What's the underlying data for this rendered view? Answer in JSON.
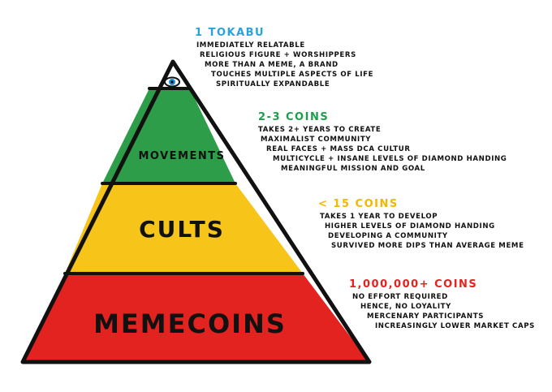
{
  "colors": {
    "outline": "#111111",
    "tokabu_tier": "#ffffff",
    "movements_tier": "#2e9d4a",
    "cults_tier": "#f7c41a",
    "memecoins_tier": "#e2231f",
    "eye_blue": "#1e90d6",
    "heading_tokabu": "#29a3dc",
    "heading_movements": "#1e9e4a",
    "heading_cults": "#f2b705",
    "heading_memecoins": "#e2231f"
  },
  "pyramid": {
    "top_icon": "eye-icon",
    "tiers": [
      {
        "label": "MOVEMENTS"
      },
      {
        "label": "CULTS"
      },
      {
        "label": "MEMECOINS"
      }
    ]
  },
  "annotations": {
    "tokabu": {
      "heading": "1 TOKABU",
      "lines": [
        "IMMEDIATELY RELATABLE",
        "RELIGIOUS FIGURE + WORSHIPPERS",
        "MORE THAN A MEME, A BRAND",
        "TOUCHES MULTIPLE ASPECTS OF LIFE",
        "SPIRITUALLY EXPANDABLE"
      ]
    },
    "movements": {
      "heading": "2-3 COINS",
      "lines": [
        "TAKES 2+ YEARS TO CREATE",
        "MAXIMALIST COMMUNITY",
        "REAL FACES + MASS DCA CULTUR",
        "MULTICYCLE + INSANE LEVELS OF DIAMOND HANDING",
        "MEANINGFUL MISSION AND GOAL"
      ]
    },
    "cults": {
      "heading": "< 15 COINS",
      "lines": [
        "TAKES 1 YEAR TO DEVELOP",
        "HIGHER LEVELS OF DIAMOND HANDING",
        "DEVELOPING A COMMUNITY",
        "SURVIVED MORE DIPS THAN AVERAGE MEME"
      ]
    },
    "memecoins": {
      "heading": "1,000,000+ COINS",
      "lines": [
        "NO EFFORT REQUIRED",
        "HENCE, NO LOYALITY",
        "MERCENARY PARTICIPANTS",
        "INCREASINGLY LOWER MARKET CAPS"
      ]
    }
  }
}
